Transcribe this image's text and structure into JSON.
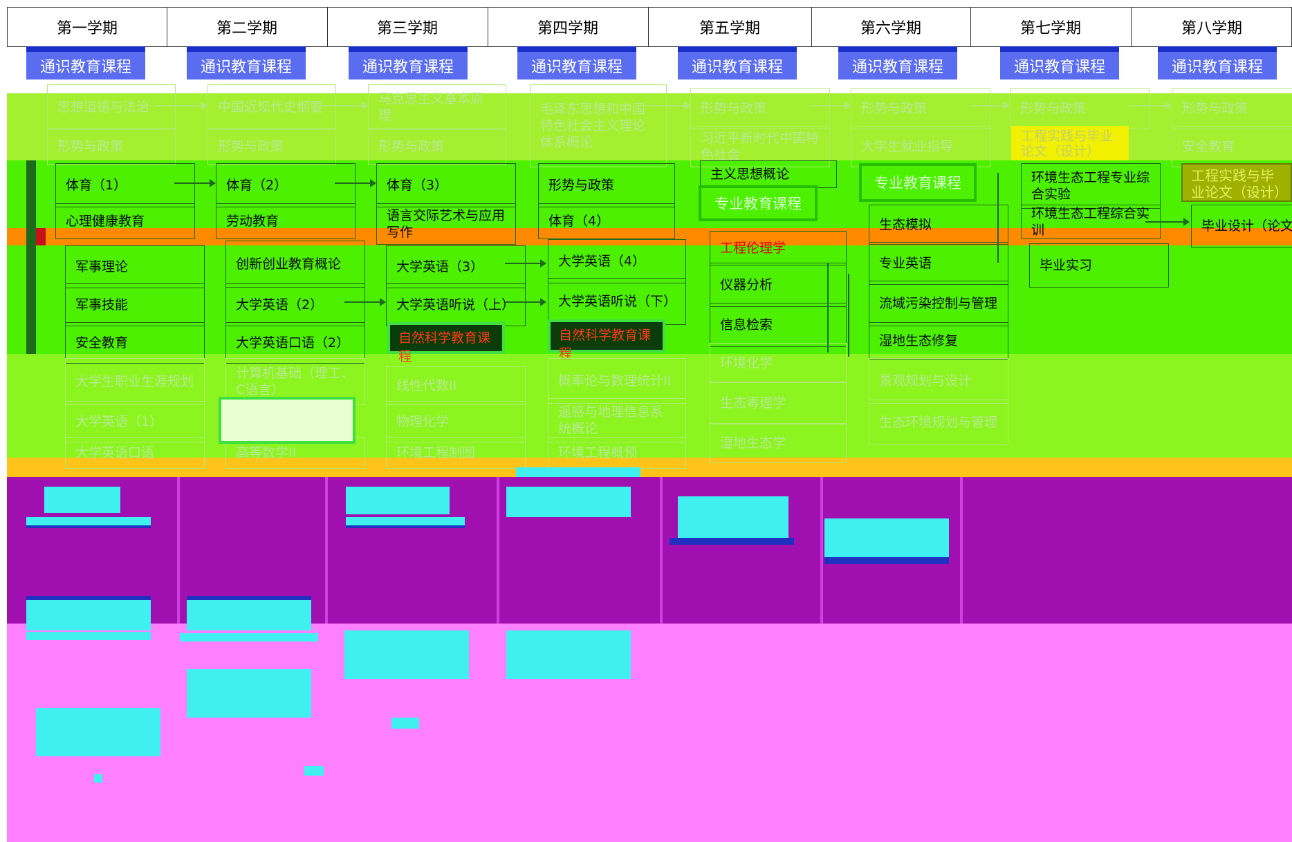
{
  "semesters": [
    "第一学期",
    "第二学期",
    "第三学期",
    "第四学期",
    "第五学期",
    "第六学期",
    "第七学期",
    "第八学期"
  ],
  "category_tags": {
    "general": "通识教育课程",
    "major": "专业教育课程",
    "science": "自然科学教育课程"
  },
  "courses": {
    "s1": [
      "思想道德与法治",
      "形势与政策",
      "体育（1）",
      "心理健康教育",
      "军事理论",
      "军事技能",
      "安全教育",
      "大学生职业生涯规划",
      "大学英语（1）",
      "大学英语口语"
    ],
    "s2": [
      "中国近现代史纲要",
      "形势与政策",
      "体育（2）",
      "劳动教育",
      "创新创业教育概论",
      "大学英语（2）",
      "大学英语口语（2）",
      "计算机基础（理工、C语言）",
      "高等数学II"
    ],
    "s3": [
      "马克思主义基本原理",
      "形势与政策",
      "体育（3）",
      "语言交际艺术与应用写作",
      "大学英语（3）",
      "大学英语听说（上）",
      "线性代数II",
      "物理化学",
      "环境工程制图"
    ],
    "s4": [
      "毛泽东思想和中国特色社会主义理论体系概论",
      "形势与政策",
      "体育（4）",
      "大学英语（4）",
      "大学英语听说（下）",
      "概率论与数理统计II",
      "遥感与地理信息系统概论",
      "环境工程概预"
    ],
    "s5": [
      "形势与政策",
      "习近平新时代中国特色社会",
      "主义思想概论",
      "工程伦理学",
      "仪器分析",
      "信息检索",
      "环境化学",
      "生态毒理学",
      "湿地生态学"
    ],
    "s6": [
      "形势与政策",
      "大学生就业指导",
      "生态模拟",
      "专业英语",
      "流域污染控制与管理",
      "湿地生态修复",
      "景观规划与设计",
      "生态环境规划与管理"
    ],
    "s7": [
      "形势与政策",
      "工程实践与毕业论文（设计）",
      "环境生态工程专业综合实验",
      "环境生态工程综合实训",
      "毕业实习"
    ],
    "s8": [
      "形势与政策",
      "安全教育",
      "工程实践与毕业论文（设计）",
      "毕业设计（论文）"
    ]
  },
  "colors": {
    "bright_green": "#4cf000",
    "lime": "#8cf520",
    "orange": "#ff8a00",
    "gold": "#ffc31a",
    "purple": "#a010b0",
    "pink": "#ff80ff",
    "cyan": "#40f0f0",
    "tag_blue": "#5a6cf0"
  }
}
